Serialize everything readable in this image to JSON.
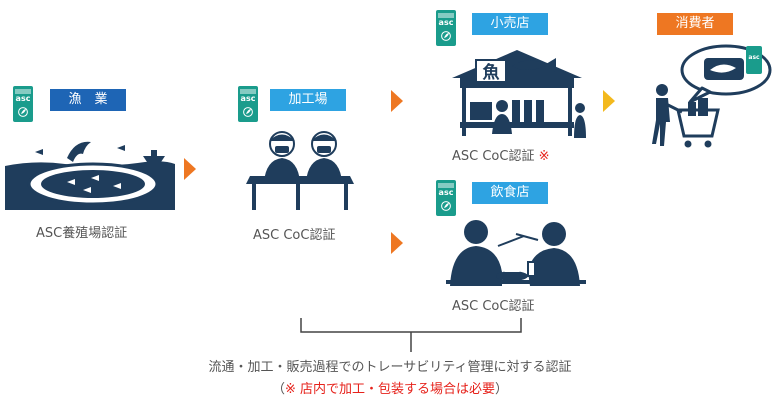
{
  "stages": {
    "fishery": {
      "tag": "漁　業",
      "caption": "ASC養殖場認証"
    },
    "processing": {
      "tag": "加工場",
      "caption": "ASC CoC認証"
    },
    "retail": {
      "tag": "小売店",
      "caption": "ASC CoC認証",
      "mark": "※"
    },
    "restaurant": {
      "tag": "飲食店",
      "caption": "ASC CoC認証"
    },
    "consumer": {
      "tag": "消費者"
    }
  },
  "logo": {
    "text": "asc"
  },
  "stall_sign": "魚",
  "bottom_note": {
    "line1": "流通・加工・販売過程でのトレーサビリティ管理に対する認証",
    "line2_open": "（",
    "line2_mark": "※ 店内で加工・包装する場合は必要",
    "line2_close": "）"
  },
  "colors": {
    "navy": "#1f3d5c",
    "teal": "#1a9c8c",
    "dark_blue": "#1e65b5",
    "light_blue": "#2ea3e2",
    "orange": "#ee7722",
    "yellow": "#f3b91d",
    "red": "#e6221b"
  }
}
